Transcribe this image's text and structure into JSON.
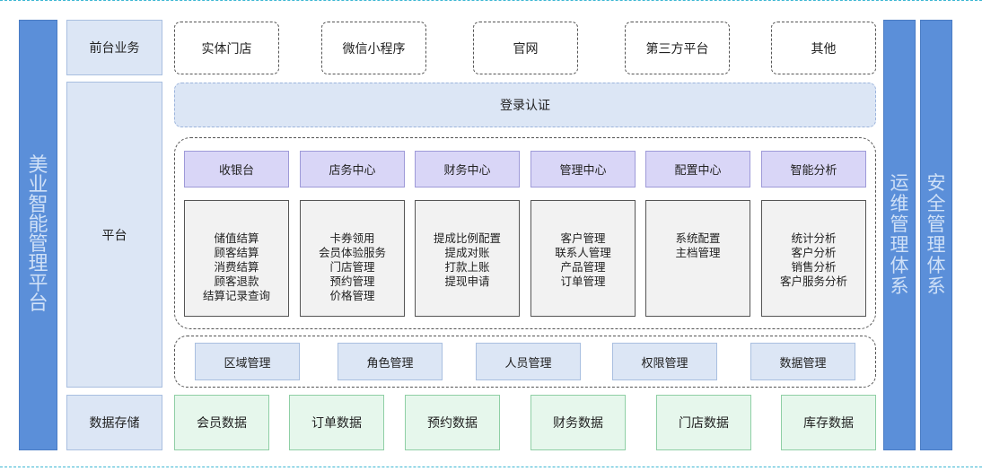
{
  "left_bar": {
    "chars": [
      "美",
      "业",
      "智",
      "能",
      "管",
      "理",
      "平",
      "台"
    ]
  },
  "right_bars": [
    {
      "chars": [
        "运",
        "维",
        "管",
        "理",
        "体",
        "系"
      ]
    },
    {
      "chars": [
        "安",
        "全",
        "管",
        "理",
        "体",
        "系"
      ]
    }
  ],
  "rows": {
    "frontend_label": "前台业务",
    "platform_label": "平台",
    "storage_label": "数据存储"
  },
  "channels": [
    "实体门店",
    "微信小程序",
    "官网",
    "第三方平台",
    "其他"
  ],
  "login": "登录认证",
  "modules": [
    {
      "title": "收银台",
      "items": [
        "储值结算",
        "顾客结算",
        "消费结算",
        "顾客退款",
        "结算记录查询"
      ]
    },
    {
      "title": "店务中心",
      "items": [
        "卡券领用",
        "会员体验服务",
        "门店管理",
        "预约管理",
        "价格管理"
      ]
    },
    {
      "title": "财务中心",
      "items": [
        "提成比例配置",
        "提成对账",
        "打款上账",
        "提现申请"
      ]
    },
    {
      "title": "管理中心",
      "items": [
        "客户管理",
        "联系人管理",
        "产品管理",
        "订单管理"
      ]
    },
    {
      "title": "配置中心",
      "items": [
        "系统配置",
        "主档管理"
      ]
    },
    {
      "title": "智能分析",
      "items": [
        "统计分析",
        "客户分析",
        "销售分析",
        "客户服务分析"
      ]
    }
  ],
  "management": [
    "区域管理",
    "角色管理",
    "人员管理",
    "权限管理",
    "数据管理"
  ],
  "data_stores": [
    "会员数据",
    "订单数据",
    "预约数据",
    "财务数据",
    "门店数据",
    "库存数据"
  ]
}
